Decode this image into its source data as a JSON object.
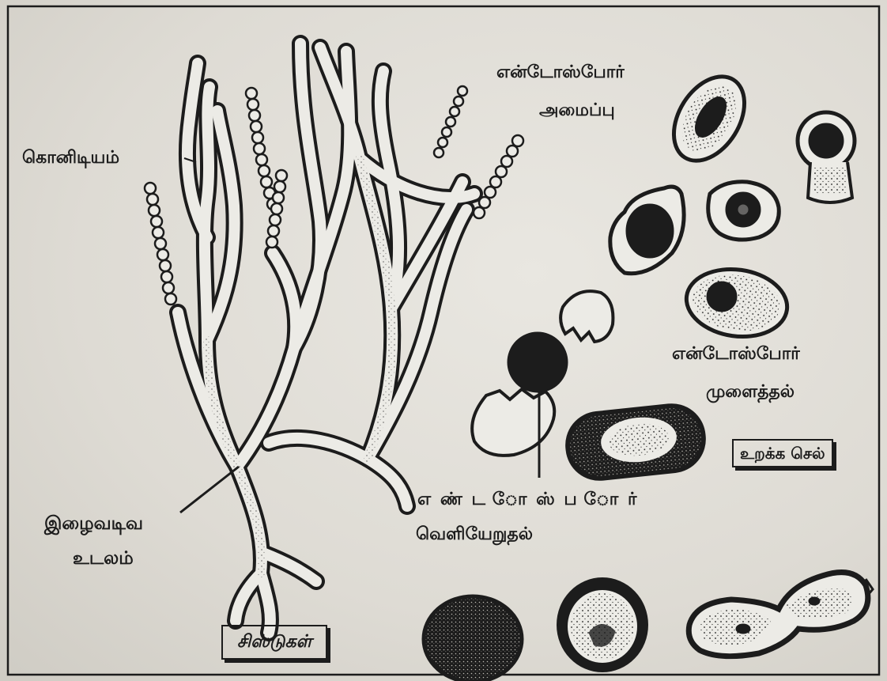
{
  "labels": {
    "conidia": "கொனிடியம்",
    "endospore_formation_1": "என்டோஸ்போர்",
    "endospore_formation_2": "அமைப்பு",
    "endospore_germination_1": "என்டோஸ்போர்",
    "endospore_germination_2": "முளைத்தல்",
    "endospore_release_1": "எ ண் ட ோ ஸ் ப ோ ர்",
    "endospore_release_2": "வெளியேறுதல்",
    "dormant_cell": "உறக்க செல்",
    "filamentous_body_1": "இழைவடிவ",
    "filamentous_body_2": "உடலம்",
    "cysts": "சிஸ்டுகள்"
  },
  "colors": {
    "ink": "#1c1c1c",
    "paper": "#e4e1da",
    "hypha_fill": "#ecebe6"
  }
}
